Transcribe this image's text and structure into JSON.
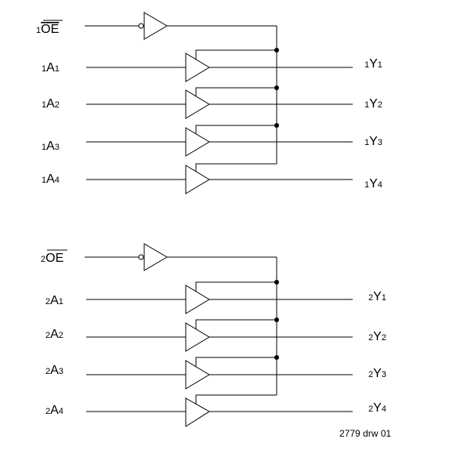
{
  "groups": [
    {
      "oe": {
        "prefix": "1",
        "text": "OE"
      },
      "inputs": [
        {
          "prefix": "1",
          "main": "A",
          "sub": "1"
        },
        {
          "prefix": "1",
          "main": "A",
          "sub": "2"
        },
        {
          "prefix": "1",
          "main": "A",
          "sub": "3"
        },
        {
          "prefix": "1",
          "main": "A",
          "sub": "4"
        }
      ],
      "outputs": [
        {
          "prefix": "1",
          "main": "Y",
          "sub": "1"
        },
        {
          "prefix": "1",
          "main": "Y",
          "sub": "2"
        },
        {
          "prefix": "1",
          "main": "Y",
          "sub": "3"
        },
        {
          "prefix": "1",
          "main": "Y",
          "sub": "4"
        }
      ]
    },
    {
      "oe": {
        "prefix": "2",
        "text": "OE"
      },
      "inputs": [
        {
          "prefix": "2",
          "main": "A",
          "sub": "1"
        },
        {
          "prefix": "2",
          "main": "A",
          "sub": "2"
        },
        {
          "prefix": "2",
          "main": "A",
          "sub": "3"
        },
        {
          "prefix": "2",
          "main": "A",
          "sub": "4"
        }
      ],
      "outputs": [
        {
          "prefix": "2",
          "main": "Y",
          "sub": "1"
        },
        {
          "prefix": "2",
          "main": "Y",
          "sub": "2"
        },
        {
          "prefix": "2",
          "main": "Y",
          "sub": "3"
        },
        {
          "prefix": "2",
          "main": "Y",
          "sub": "4"
        }
      ]
    }
  ],
  "drawing_id": "2779 drw 01"
}
